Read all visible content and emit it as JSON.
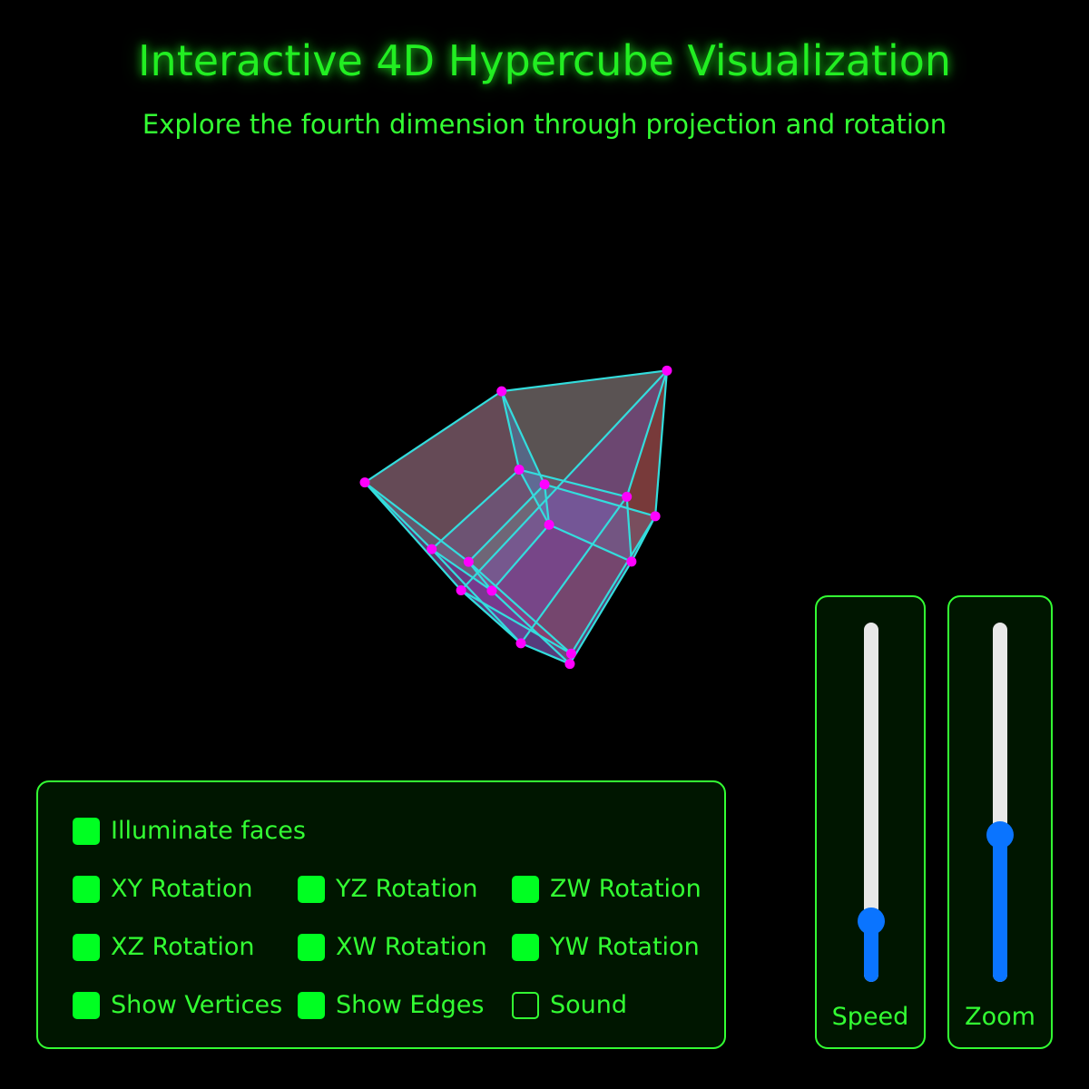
{
  "header": {
    "title": "Interactive 4D Hypercube Visualization",
    "subtitle": "Explore the fourth dimension through projection and rotation"
  },
  "controls": {
    "illuminate": {
      "label": "Illuminate faces",
      "checked": true
    },
    "xy": {
      "label": "XY Rotation",
      "checked": true
    },
    "yz": {
      "label": "YZ Rotation",
      "checked": true
    },
    "zw": {
      "label": "ZW Rotation",
      "checked": true
    },
    "xz": {
      "label": "XZ Rotation",
      "checked": true
    },
    "xw": {
      "label": "XW Rotation",
      "checked": true
    },
    "yw": {
      "label": "YW Rotation",
      "checked": true
    },
    "vertices": {
      "label": "Show Vertices",
      "checked": true
    },
    "edges": {
      "label": "Show Edges",
      "checked": true
    },
    "sound": {
      "label": "Sound",
      "checked": false
    }
  },
  "sliders": {
    "speed": {
      "label": "Speed",
      "value": 0.17
    },
    "zoom": {
      "label": "Zoom",
      "value": 0.41
    }
  },
  "colors": {
    "accent": "#33ff33",
    "vertex": "#ff00ff",
    "edge": "#33dddd",
    "slider": "#0a74ff"
  }
}
